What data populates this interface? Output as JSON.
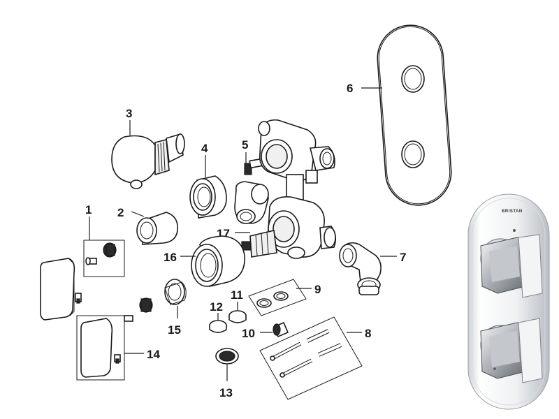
{
  "brand_text": "BRISTAN",
  "callouts": {
    "c1": "1",
    "c2": "2",
    "c3": "3",
    "c4": "4",
    "c5": "5",
    "c6": "6",
    "c7": "7",
    "c8": "8",
    "c9": "9",
    "c10": "10",
    "c11": "11",
    "c12": "12",
    "c13": "13",
    "c14": "14",
    "c15": "15",
    "c16": "16",
    "c17": "17"
  }
}
